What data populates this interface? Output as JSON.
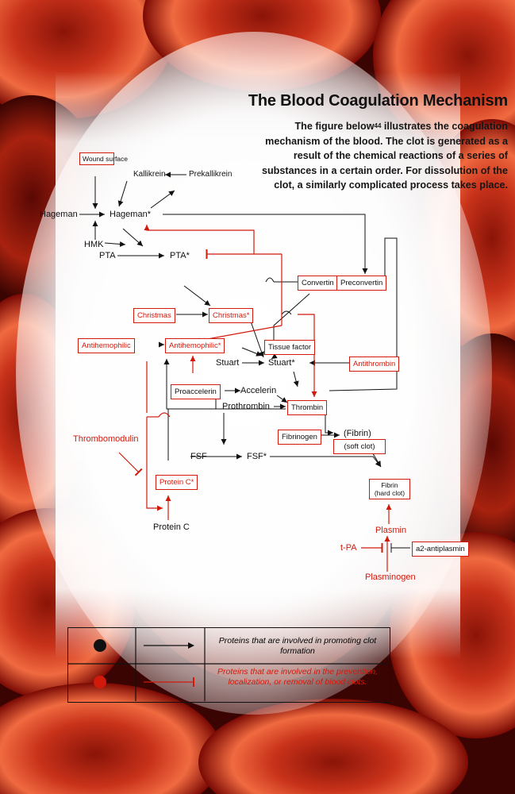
{
  "title": "The Blood Coagulation Mechanism",
  "description": {
    "part1": "The figure below",
    "ref": "44",
    "part2": " illustrates the coagulation mechanism of the blood. The clot is generated as a result of the chemical reactions of a series of substances in a certain order. For dissolution of the clot, a similarly complicated process takes place."
  },
  "nodes": {
    "wound_surface": "Wound surface",
    "kallikrein": "Kallikrein",
    "prekallikrein": "Prekallikrein",
    "hageman": "Hageman",
    "hageman_star": "Hageman*",
    "hmk": "HMK",
    "pta": "PTA",
    "pta_star": "PTA*",
    "convertin": "Convertin",
    "preconvertin": "Preconvertin",
    "christmas": "Christmas",
    "christmas_star": "Christmas*",
    "antihemophilic": "Antihemophilic",
    "antihemophilic_star": "Antihemophilic*",
    "tissue_factor": "Tissue factor",
    "stuart": "Stuart",
    "stuart_star": "Stuart*",
    "antithrombin": "Antithrombin",
    "proaccelerin": "Proaccelerin",
    "accelerin": "Accelerin",
    "prothrombin": "Prothrombin",
    "thrombin": "Thrombin",
    "fibrinogen": "Fibrinogen",
    "fibrin": "(Fibrin)",
    "soft_clot": "(soft clot)",
    "thrombomodulin": "Thrombomodulin",
    "fsf": "FSF",
    "fsf_star": "FSF*",
    "protein_c_star": "Protein C*",
    "protein_c": "Protein C",
    "fibrin_hard": "Fibrin",
    "hard_clot": "(hard clot)",
    "plasmin": "Plasmin",
    "tpa": "t-PA",
    "a2_antiplasmin": "a2-antiplasmin",
    "plasminogen": "Plasminogen"
  },
  "legend": {
    "promote": "Proteins that are involved in promoting clot formation",
    "prevent": "Proteins that are involved in the prevention, localization, or removal of blood clots."
  },
  "colors": {
    "red": "#d11a0c",
    "black": "#111111"
  }
}
